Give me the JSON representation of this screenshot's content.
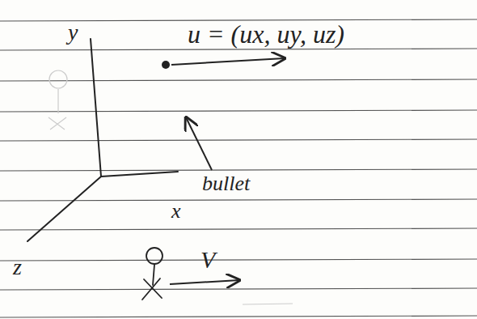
{
  "diagram": {
    "labels": [
      "y",
      "u = (ux, uy, uz)",
      "bullet",
      "x",
      "z",
      "V"
    ]
  }
}
